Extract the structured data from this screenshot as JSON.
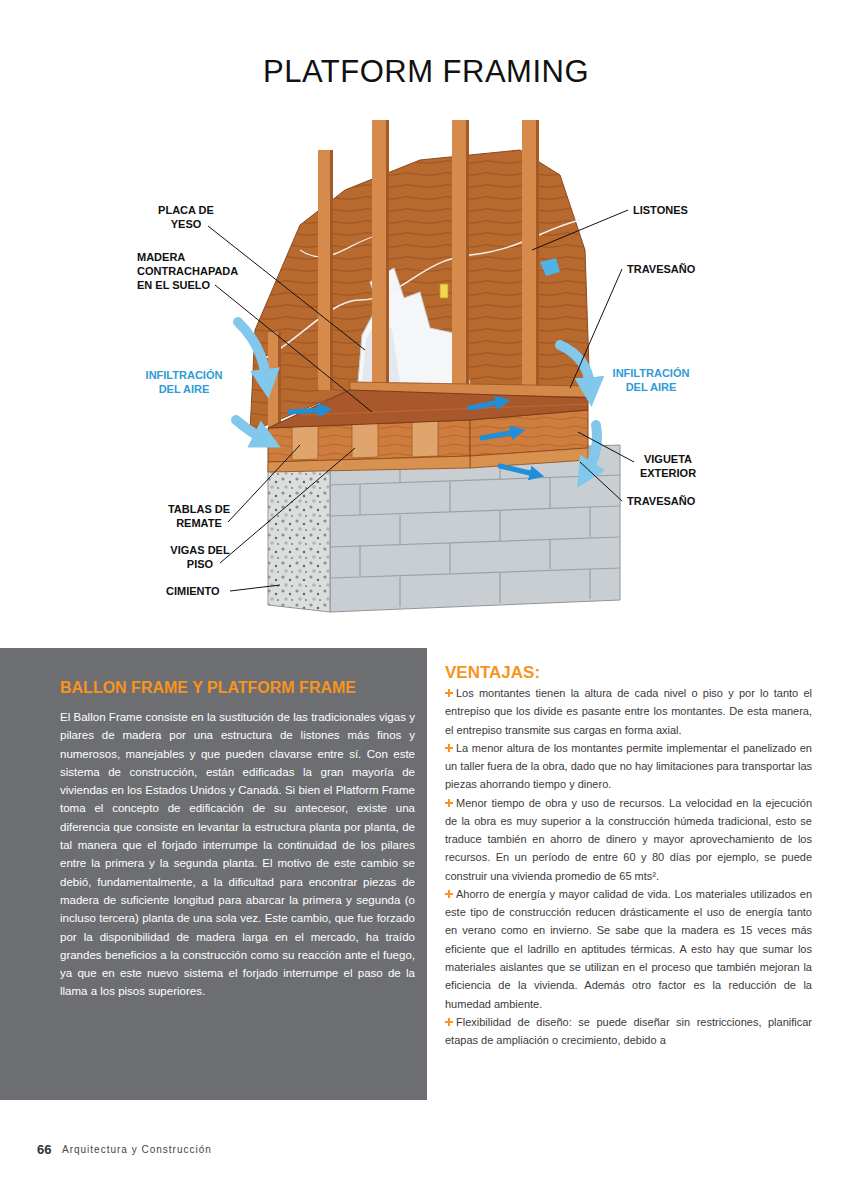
{
  "diagram": {
    "title": "PLATFORM FRAMING",
    "nodes": [
      {
        "text": [
          "BALLON FRAME Y PLATFORM FRAME",
          "El Ballon Frame consiste en la sustitución de las tradicionales vigas y pilares de madera por una estructura de listones más finos y numerosos, manejables y que pueden clavarse entre sí. Con este sistema de construcción, están edificadas la gran mayoría de viviendas en los Estados Unidos y Canadá. Si bien el Platform Frame toma el concepto de edificación de su antecesor, existe una diferencia que consiste en levantar la estructura planta por planta, de tal manera que el forjado interrumpe la continuidad de los pilares entre la primera y la segunda planta. El motivo de este cambio se debió, fundamentalmente, a la dificultad para encontrar piezas de madera de suficiente longitud para abarcar la primera y segunda (o incluso tercera) planta de una sola vez. Este cambio, que fue forzado por la disponibilidad de madera larga en el mercado, ha traído grandes beneficios a la construcción como su reacción ante el fuego, ya que en este nuevo sistema el forjado interrumpe el paso de la llama a los pisos superiores."
        ]
      }
    ],
    "labels": [
      "PLACA DE YESO",
      "MADERA CONTRACHAPADA EN EL SUELO",
      "INFILTRACIÓN DEL AIRE",
      "TABLAS DE REMATE",
      "VIGAS DEL PISO",
      "CIMIENTO",
      "LISTONES",
      "TRAVESAÑO",
      "INFILTRACIÓN DEL AIRE",
      "VIGUETA EXTERIOR",
      "TRAVESAÑO",
      "VENTAJAS:",
      "Los montantes tienen la altura de cada nivel o piso y por lo tanto el entrepiso que los divide es pasante entre los montantes. De esta manera, el entrepiso transmite sus cargas en forma axial.",
      "La menor altura de los montantes permite implementar el panelizado en un taller fuera de la obra, dado que no hay limitaciones para transportar las piezas ahorrando tiempo y dinero.",
      "Menor tiempo de obra y uso de recursos. La velocidad en la ejecución de la obra es muy superior a la construcción húmeda tradicional, esto se traduce también en ahorro de dinero y mayor aprovechamiento de los recursos. En un período de entre 60 y 80 días por ejemplo, se puede construir una vivienda promedio de 65 mts².",
      "Ahorro de energía y mayor calidad de vida. Los materiales utilizados en este tipo de construcción reducen drásticamente el uso de energía tanto en verano como en invierno. Se sabe que la madera es 15 veces más eficiente que el ladrillo en aptitudes térmicas. A esto hay que sumar los materiales aislantes que se utilizan en el proceso que también mejoran la eficiencia de la vivienda. Además otro factor es la reducción de la humedad ambiente.",
      "Flexibilidad de diseño: se puede diseñar sin restricciones, planificar etapas de ampliación o crecimiento, debido a",
      "66",
      "Arquitectura y Construcción"
    ]
  }
}
